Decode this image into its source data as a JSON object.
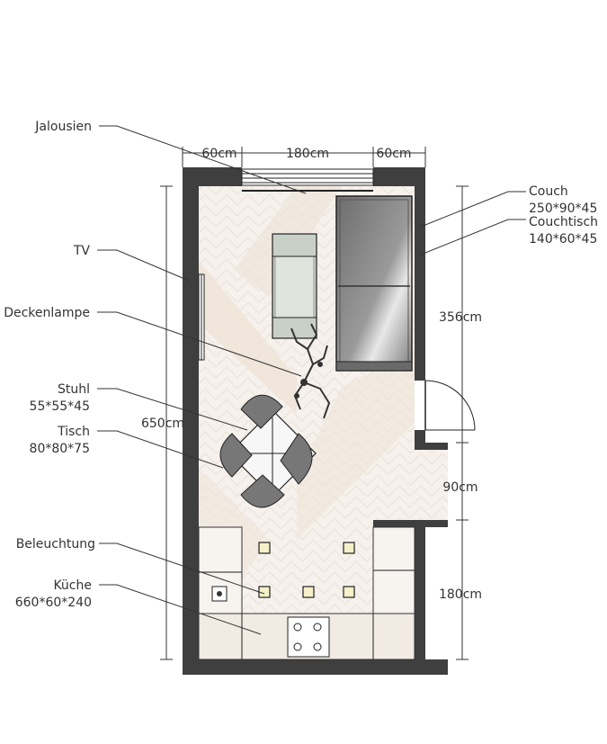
{
  "labels": {
    "jalousien": "Jalousien",
    "tv": "TV",
    "deckenlampe": "Deckenlampe",
    "stuhl": "Stuhl",
    "stuhl_size": "55*55*45",
    "tisch": "Tisch",
    "tisch_size": "80*80*75",
    "beleuchtung": "Beleuchtung",
    "kueche": "Küche",
    "kueche_size": "660*60*240",
    "couch": "Couch",
    "couch_size": "250*90*45",
    "couchtisch": "Couchtisch",
    "couchtisch_size": "140*60*45"
  },
  "dimensions": {
    "top_left": "60cm",
    "top_middle": "180cm",
    "top_right": "60cm",
    "left_total": "650cm",
    "right_upper": "356cm",
    "right_middle": "90cm",
    "right_lower": "180cm"
  },
  "colors": {
    "wall": "#3f3f3f",
    "floor": "#f4eee8",
    "floor_accent": "#efe2d6",
    "couch": "#8a8a8a",
    "chair": "#7a7a7a",
    "coffee_table": "#c8cfc6",
    "kitchen": "#f2ece6"
  }
}
